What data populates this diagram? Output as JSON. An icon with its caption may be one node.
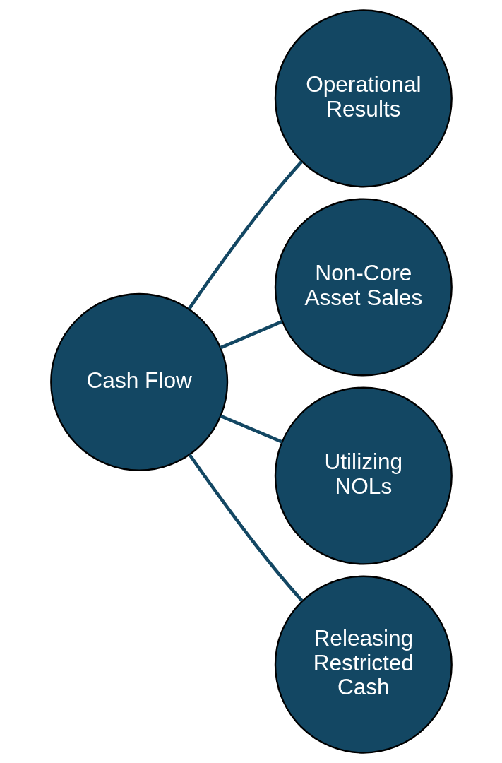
{
  "diagram": {
    "nodes": [
      {
        "text": [
          "Operational Results"
        ]
      },
      {
        "text": [
          "Non-Core Asset Sales"
        ]
      },
      {
        "text": [
          "Cash Flow"
        ]
      },
      {
        "text": [
          "Utilizing NOLs"
        ]
      },
      {
        "text": [
          "Releasing Restricted Cash"
        ]
      }
    ],
    "edges": [
      {
        "from": 2,
        "to": 0,
        "arrow": "none"
      },
      {
        "from": 2,
        "to": 1,
        "arrow": "none"
      },
      {
        "from": 2,
        "to": 3,
        "arrow": "none"
      },
      {
        "from": 2,
        "to": 4,
        "arrow": "none"
      }
    ]
  }
}
